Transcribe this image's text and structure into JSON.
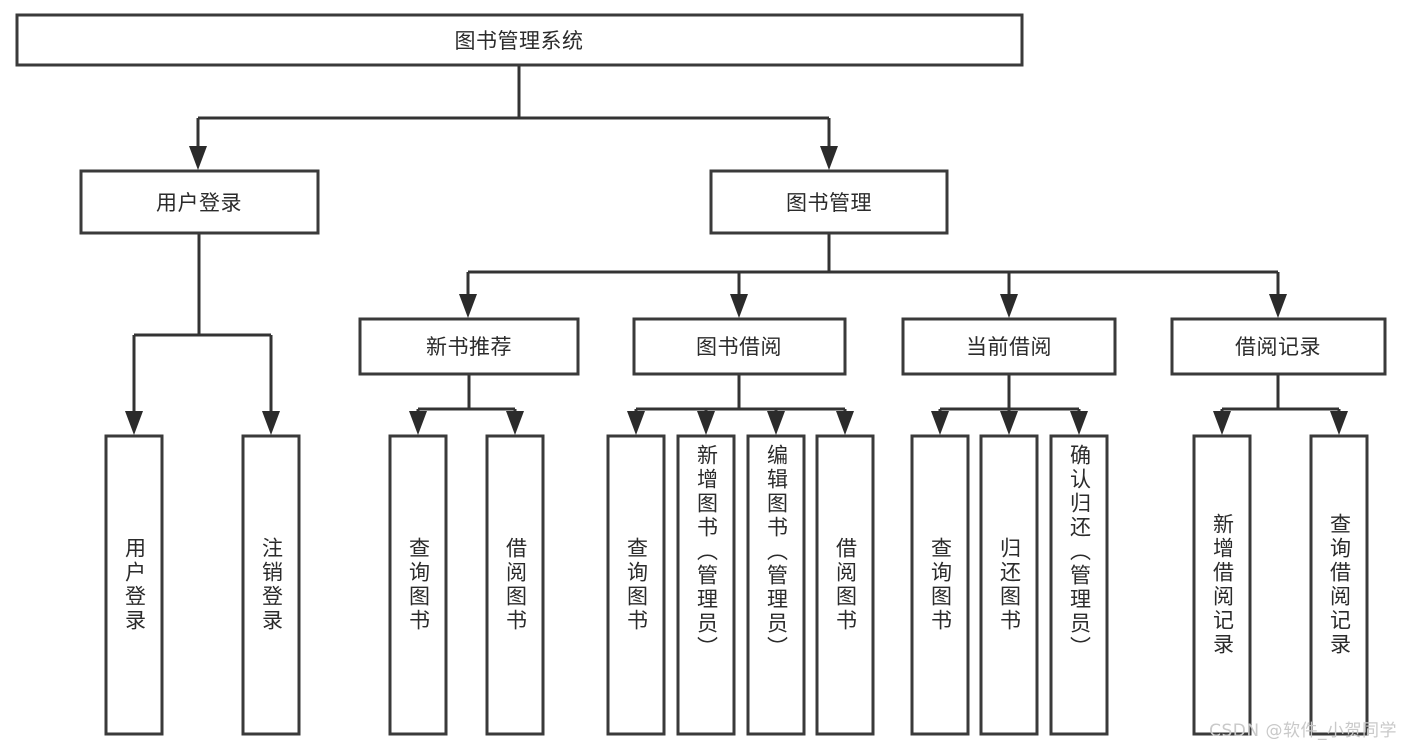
{
  "diagram": {
    "type": "tree-flowchart",
    "title_node": "图书管理系统",
    "orientation": "top-down",
    "colors": {
      "box_stroke": "#3a3a3a",
      "box_fill": "#ffffff",
      "connector": "#333333",
      "text": "#2b2b2b",
      "watermark": "#c9c9c9",
      "background": "#ffffff"
    }
  },
  "nodes": {
    "root": {
      "label": "图书管理系统"
    },
    "level1": [
      {
        "id": "user-login",
        "label": "用户登录"
      },
      {
        "id": "book-manage",
        "label": "图书管理"
      }
    ],
    "level2": [
      {
        "id": "new-book-recommend",
        "label": "新书推荐"
      },
      {
        "id": "book-borrow",
        "label": "图书借阅"
      },
      {
        "id": "current-borrow",
        "label": "当前借阅"
      },
      {
        "id": "borrow-record",
        "label": "借阅记录"
      }
    ],
    "leaves": {
      "user-login": [
        {
          "id": "leaf-user-login",
          "label": "用户登录"
        },
        {
          "id": "leaf-logout",
          "label": "注销登录"
        }
      ],
      "new-book-recommend": [
        {
          "id": "leaf-query-book-1",
          "label": "查询图书"
        },
        {
          "id": "leaf-borrow-book-1",
          "label": "借阅图书"
        }
      ],
      "book-borrow": [
        {
          "id": "leaf-query-book-2",
          "label": "查询图书"
        },
        {
          "id": "leaf-add-book",
          "label": "新增图书（管理员）"
        },
        {
          "id": "leaf-edit-book",
          "label": "编辑图书（管理员）"
        },
        {
          "id": "leaf-borrow-book-2",
          "label": "借阅图书"
        }
      ],
      "current-borrow": [
        {
          "id": "leaf-query-book-3",
          "label": "查询图书"
        },
        {
          "id": "leaf-return-book",
          "label": "归还图书"
        },
        {
          "id": "leaf-confirm-return",
          "label": "确认归还（管理员）"
        }
      ],
      "borrow-record": [
        {
          "id": "leaf-add-record",
          "label": "新增借阅记录"
        },
        {
          "id": "leaf-query-record",
          "label": "查询借阅记录"
        }
      ]
    }
  },
  "watermark": {
    "text": "CSDN @软件_小贺同学"
  }
}
